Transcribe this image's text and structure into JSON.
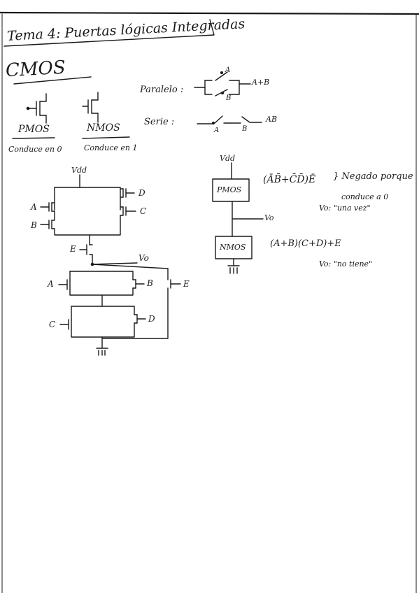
{
  "page": {
    "title": "Tema 4: Puertas lógicas Integradas",
    "section": "CMOS"
  },
  "symbols": {
    "pmos_label": "PMOS",
    "pmos_note": "Conduce en 0",
    "nmos_label": "NMOS",
    "nmos_note": "Conduce en 1"
  },
  "switches": {
    "parallel_label": "Paralelo :",
    "parallel_a": "A",
    "parallel_b": "B",
    "parallel_result": "A+B",
    "series_label": "Serie :",
    "series_a": "A",
    "series_b": "B",
    "series_result": "AB"
  },
  "circuit": {
    "vdd": "Vdd",
    "in_a_top": "A",
    "in_b_top": "B",
    "in_d_top": "D",
    "in_c_top": "C",
    "in_e_mid": "E",
    "vo": "Vo",
    "in_a_bot": "A",
    "in_b_bot": "B",
    "in_e_right": "E",
    "in_c_bot": "C",
    "in_d_bot": "D"
  },
  "block": {
    "vdd": "Vdd",
    "pmos_box": "PMOS",
    "nmos_box": "NMOS",
    "vo": "Vo"
  },
  "notes": {
    "expr_top": "(ĀB̄+C̄D̄)Ē",
    "brace_note": "} Negado porque",
    "conduce_0": "conduce a 0",
    "vo_una_vez": "Vo: \"una vez\"",
    "expr_bottom": "(A+B)(C+D)+E",
    "vo_no_tiene": "Vo: \"no tiene\""
  }
}
